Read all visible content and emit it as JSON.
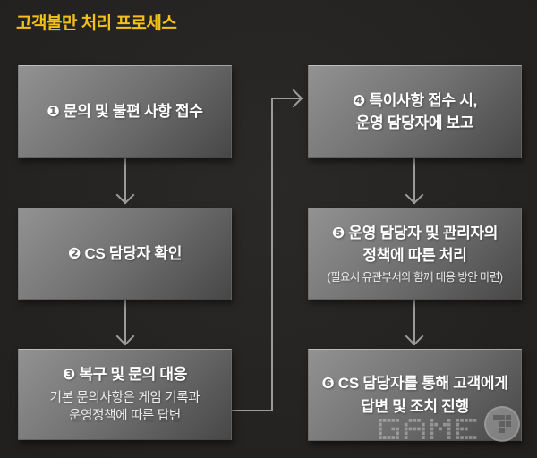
{
  "page": {
    "title": "고객불만 처리 프로세스",
    "background_color": "#262422",
    "title_color": "#f2c116"
  },
  "flowchart": {
    "arrow_color": "#9b9b9d",
    "box_text_color": "#ffffff",
    "box_gradient_from": "#929292",
    "box_gradient_to": "#474747",
    "boxes": [
      {
        "step": 1,
        "label": "❶ 문의 및 불편 사항 접수",
        "note": ""
      },
      {
        "step": 2,
        "label": "❷ CS 담당자 확인",
        "note": ""
      },
      {
        "step": 3,
        "label": "❸ 복구 및 문의 대응",
        "note": "기본 문의사항은 게임 기록과\n운영정책에 따른 답변"
      },
      {
        "step": 4,
        "label": "❹ 특이사항 접수 시,\n운영 담당자에 보고",
        "note": ""
      },
      {
        "step": 5,
        "label": "❺ 운영 담당자 및 관리자의\n정책에 따른 처리",
        "note": "(필요시 유관부서와 함께 대응 방안 마련)"
      },
      {
        "step": 6,
        "label": "❻ CS 담당자를 통해 고객에게\n답변 및 조치 진행",
        "note": ""
      }
    ]
  },
  "watermark": {
    "text": "GAME",
    "badge_icon": "pixel-game-logo"
  }
}
